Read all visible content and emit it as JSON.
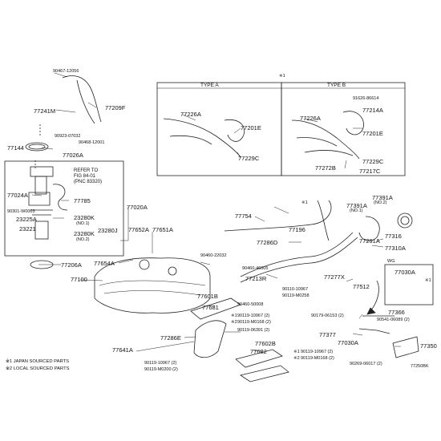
{
  "labels": {
    "l_90467_12056": "90467-12056",
    "l_77241m": "77241M",
    "l_77209f": "77209F",
    "l_90923_07032": "90923-07032",
    "l_90468_12001": "90468-12001",
    "l_77144": "77144",
    "l_77026a": "77026A",
    "l_refer": "REFER TO\nFIG 84-01\n(PNC 83320)",
    "l_77024a": "77024A",
    "l_77785": "77785",
    "l_90301_w0003": "90301-W0003",
    "l_23225a": "23225A",
    "l_23280k_1": "23280K",
    "l_no1a": "(NO.1)",
    "l_23221": "23221",
    "l_23280k_2": "23280K",
    "l_no2a": "(NO.2)",
    "l_23280j": "23280J",
    "l_77020a": "77020A",
    "l_77206a": "77206A",
    "l_77100": "77100",
    "l_77652a": "77652A",
    "l_77651a": "77651A",
    "l_77654a": "77654A",
    "l_type_a": "TYPE A",
    "l_type_b": "TYPE B",
    "l_ref1": "※1",
    "l_77226a_a": "77226A",
    "l_77201e_a": "77201E",
    "l_77229c_a": "77229C",
    "l_91626_86614": "91626-86614",
    "l_77214a": "77214A",
    "l_77226a_b": "77226A",
    "l_77201e_b": "77201E",
    "l_77229c_b": "77229C",
    "l_77272b": "77272B",
    "l_77217c": "77217C",
    "l_77754": "77754",
    "l_77196": "77196",
    "l_77391a_1": "77391A",
    "l_no1b": "(NO.1)",
    "l_77391a_2": "77391A",
    "l_no2b": "(NO.2)",
    "l_77291a": "77291A",
    "l_77316": "77316",
    "l_77310a": "77310A",
    "l_77286d": "77286D",
    "l_90460_22032": "90460-22032",
    "l_90460_46005": "90460-46005",
    "l_77213r": "77213R",
    "l_90110_10967_1": "90110-10967",
    "l_90119_m0258": "90119-M0258",
    "l_90460_50008": "90460-50008",
    "l_77277x": "77277X",
    "l_77512": "77512",
    "l_wg": "WG",
    "l_77030a_1": "77030A",
    "l_77366": "77366",
    "l_90179_06153": "90179-06153 (2)",
    "l_90541_06089": "90541-06089 (2)",
    "l_77377": "77377",
    "l_77030a_2": "77030A",
    "l_77350": "77350",
    "l_90269_06017": "90269-06017 (2)",
    "l_77601b": "77601B",
    "l_77681": "77681",
    "l_90119_10967_2": "90119-10967 (2)",
    "l_90119_m0168_1": "90119-M0168 (2)",
    "l_90119_06391": "90119-06391 (2)",
    "l_77286e": "77286E",
    "l_77641a": "77641A",
    "l_90119_10967_3": "90119-10967 (2)",
    "l_90119_m0200": "90119-M0200 (2)",
    "l_77602b": "77602B",
    "l_77682": "77682",
    "l_90119_10967_4": "90119-10967 (2)",
    "l_90119_m0168_2": "90119-M0168 (2)",
    "l_ref1_small": "※1",
    "l_ref2_small_a": "※2",
    "l_ref1_b": "※1",
    "l_ref2_small_b": "※2",
    "l_ref1_mid": "※1",
    "l_ref1_wg": "※1",
    "l_legend1": "※1 JAPAN SOURCED PARTS",
    "l_legend2": "※2 LOCAL SOURCED PARTS",
    "l_figcode": "77250BK"
  }
}
